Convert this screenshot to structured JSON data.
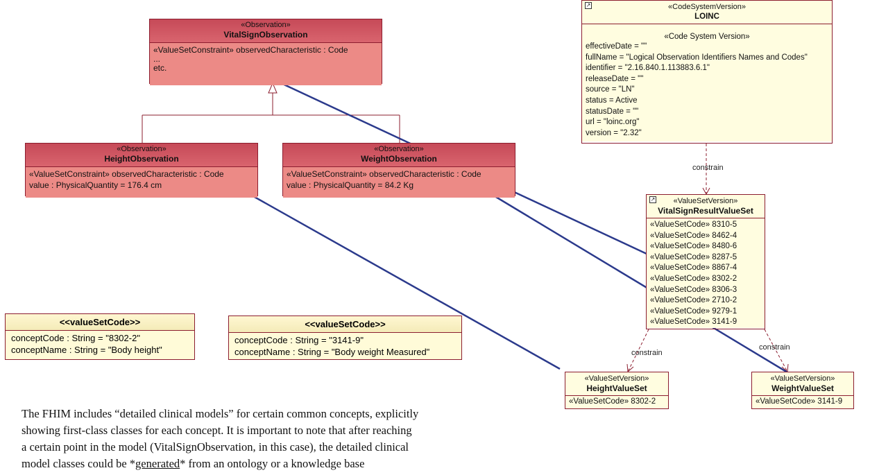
{
  "vitalsign": {
    "stereotype": "«Observation»",
    "name": "VitalSignObservation",
    "attr1": "«ValueSetConstraint» observedCharacteristic : Code",
    "attr2": "...",
    "attr3": "etc."
  },
  "height_obs": {
    "stereotype": "«Observation»",
    "name": "HeightObservation",
    "attr1": "«ValueSetConstraint» observedCharacteristic : Code",
    "attr2": "value : PhysicalQuantity = 176.4 cm"
  },
  "weight_obs": {
    "stereotype": "«Observation»",
    "name": "WeightObservation",
    "attr1": "«ValueSetConstraint» observedCharacteristic : Code",
    "attr2": "value : PhysicalQuantity = 84.2 Kg"
  },
  "loinc": {
    "stereotype": "«CodeSystemVersion»",
    "name": "LOINC",
    "sub_stereotype": "«Code System Version»",
    "attrs": [
      "effectiveDate = \"\"",
      "fullName = \"Logical Observation Identifiers Names and Codes\"",
      "identifier = \"2.16.840.1.113883.6.1\"",
      "releaseDate = \"\"",
      "source = \"LN\"",
      "status = Active",
      "statusDate = \"\"",
      "url = \"loinc.org\"",
      "version = \"2.32\""
    ]
  },
  "vsr": {
    "stereotype": "«ValueSetVersion»",
    "name": "VitalSignResultValueSet",
    "codes": [
      "«ValueSetCode» 8310-5",
      "«ValueSetCode» 8462-4",
      "«ValueSetCode» 8480-6",
      "«ValueSetCode» 8287-5",
      "«ValueSetCode» 8867-4",
      "«ValueSetCode» 8302-2",
      "«ValueSetCode» 8306-3",
      "«ValueSetCode» 2710-2",
      "«ValueSetCode» 9279-1",
      "«ValueSetCode» 3141-9"
    ]
  },
  "height_vs": {
    "stereotype": "«ValueSetVersion»",
    "name": "HeightValueSet",
    "code": "«ValueSetCode» 8302-2"
  },
  "weight_vs": {
    "stereotype": "«ValueSetVersion»",
    "name": "WeightValueSet",
    "code": "«ValueSetCode» 3141-9"
  },
  "vsc_left": {
    "title": "<<valueSetCode>>",
    "line1": "conceptCode : String = \"8302-2\"",
    "line2": "conceptName : String = \"Body height\""
  },
  "vsc_right": {
    "title": "<<valueSetCode>>",
    "line1": "conceptCode : String = \"3141-9\"",
    "line2": "conceptName : String = \"Body weight Measured\""
  },
  "labels": {
    "constrain": "constrain"
  },
  "paragraph": {
    "line1": "The FHIM includes “detailed clinical models” for certain common concepts, explicitly",
    "line2": "showing first-class classes for each concept.  It is important to note that after reaching",
    "line3": "a certain point in the model (VitalSignObservation, in this case), the detailed clinical",
    "line4_a": "model classes could be *",
    "line4_b": "generated",
    "line4_c": "* from an ontology or a knowledge base"
  },
  "colors": {
    "observation_head": "#c64a58",
    "observation_body": "#ec8a86",
    "valueset_fill": "#fffde0",
    "arrow_blue": "#2b3a8c",
    "dependency": "#8b1c2e"
  }
}
